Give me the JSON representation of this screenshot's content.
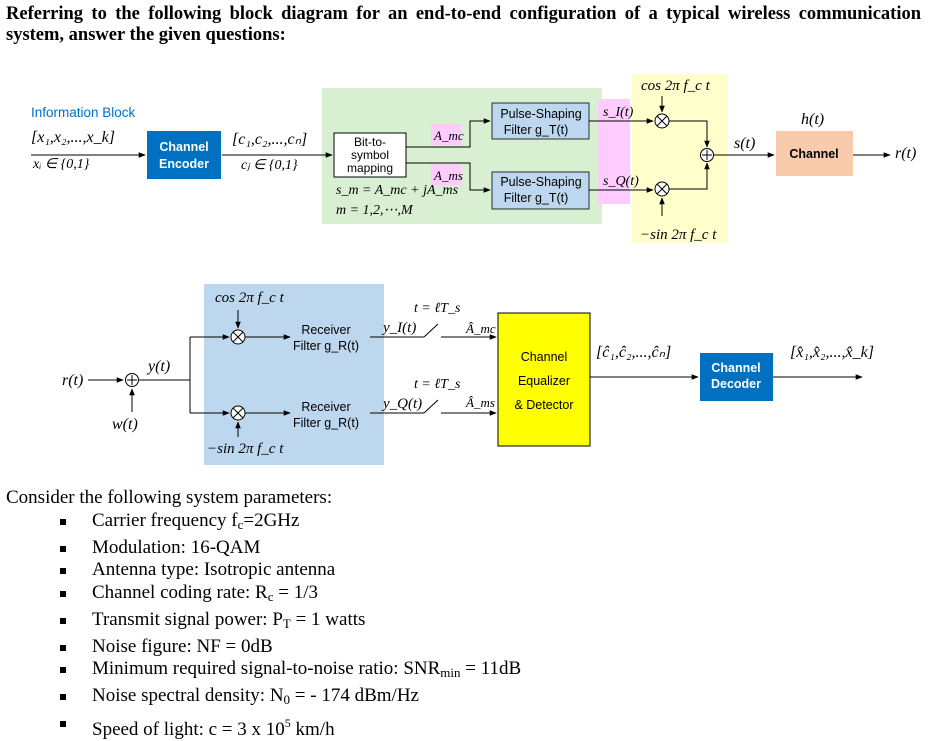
{
  "intro": "Referring to the following block diagram for an end-to-end configuration of a typical wireless communication system, answer the given questions:",
  "tx": {
    "info_block": "Information Block",
    "info_seq": "[x₁,x₂,...,x_k]",
    "info_set": "xᵢ ∈ {0,1}",
    "encoder": [
      "Channel",
      "Encoder"
    ],
    "code_seq": "[c₁,c₂,...,cₙ]",
    "code_set": "cⱼ ∈ {0,1}",
    "mapper": [
      "Bit-to-",
      "symbol",
      "mapping"
    ],
    "amc": "A_mc",
    "ams": "A_ms",
    "sm_eq": "s_m = A_mc + jA_ms",
    "m_range": "m = 1,2,⋯,M",
    "psf_top": [
      "Pulse-Shaping",
      "Filter g_T(t)"
    ],
    "psf_bot": [
      "Pulse-Shaping",
      "Filter g_T(t)"
    ],
    "si": "s_I(t)",
    "sq": "s_Q(t)",
    "cos": "cos 2π f_c t",
    "sin": "−sin 2π f_c t",
    "st": "s(t)",
    "ht": "h(t)",
    "channel": "Channel",
    "rt": "r(t)"
  },
  "rx": {
    "rt": "r(t)",
    "wt": "w(t)",
    "yt": "y(t)",
    "cos": "cos 2π f_c t",
    "sin": "−sin 2π f_c t",
    "rf_top": [
      "Receiver",
      "Filter g_R(t)"
    ],
    "rf_bot": [
      "Receiver",
      "Filter g_R(t)"
    ],
    "yi": "y_I(t)",
    "yq": "y_Q(t)",
    "sample": "t = ℓT_s",
    "amc_hat": "Â_mc",
    "ams_hat": "Â_ms",
    "equalizer": [
      "Channel",
      "Equalizer",
      "& Detector"
    ],
    "code_hat": "[ĉ₁,ĉ₂,...,ĉₙ]",
    "decoder": [
      "Channel",
      "Decoder"
    ],
    "info_hat": "[x̂₁,x̂₂,...,x̂_k]"
  },
  "params_heading": "Consider the following system parameters:",
  "params": [
    "Carrier frequency f_c=2GHz",
    "Modulation: 16-QAM",
    "Antenna type: Isotropic antenna",
    "Channel coding rate: R_c = 1/3",
    "Transmit signal power: P_T = 1 watts",
    "Noise figure: NF = 0dB",
    "Minimum required signal-to-noise ratio: SNR_min = 11dB",
    "Noise spectral density: N_0 = - 174 dBm/Hz",
    "Speed of light: c = 3 x 10^5 km/h"
  ],
  "colors": {
    "accent_blue": "#0070c0",
    "mapping_panel": "#d8efd2",
    "carrier_panel": "#ffffcc",
    "signal_panel": "#ffccff",
    "channel_block": "#f8cbad",
    "receiver_panel": "#bdd7ee",
    "equalizer_block": "#ffff00"
  }
}
